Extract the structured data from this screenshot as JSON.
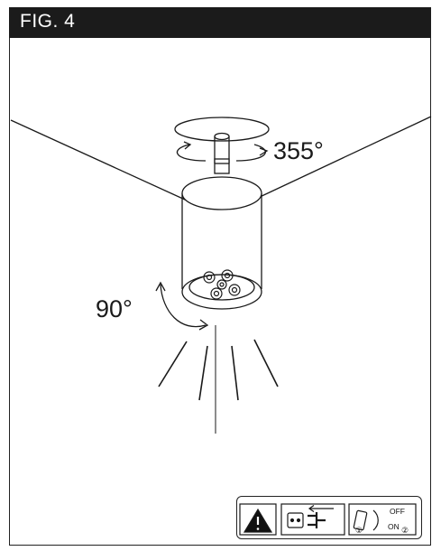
{
  "figure": {
    "title": "FIG. 4"
  },
  "angles": {
    "rotation": "355°",
    "tilt": "90°"
  },
  "safety_panel": {
    "warning_icon": "warning-triangle-icon",
    "unplug_icon": "unplug-icon",
    "switch_icon": "switch-icon",
    "switch_off_label": "OFF",
    "switch_on_label": "ON",
    "step_1": "①",
    "step_2": "②"
  }
}
